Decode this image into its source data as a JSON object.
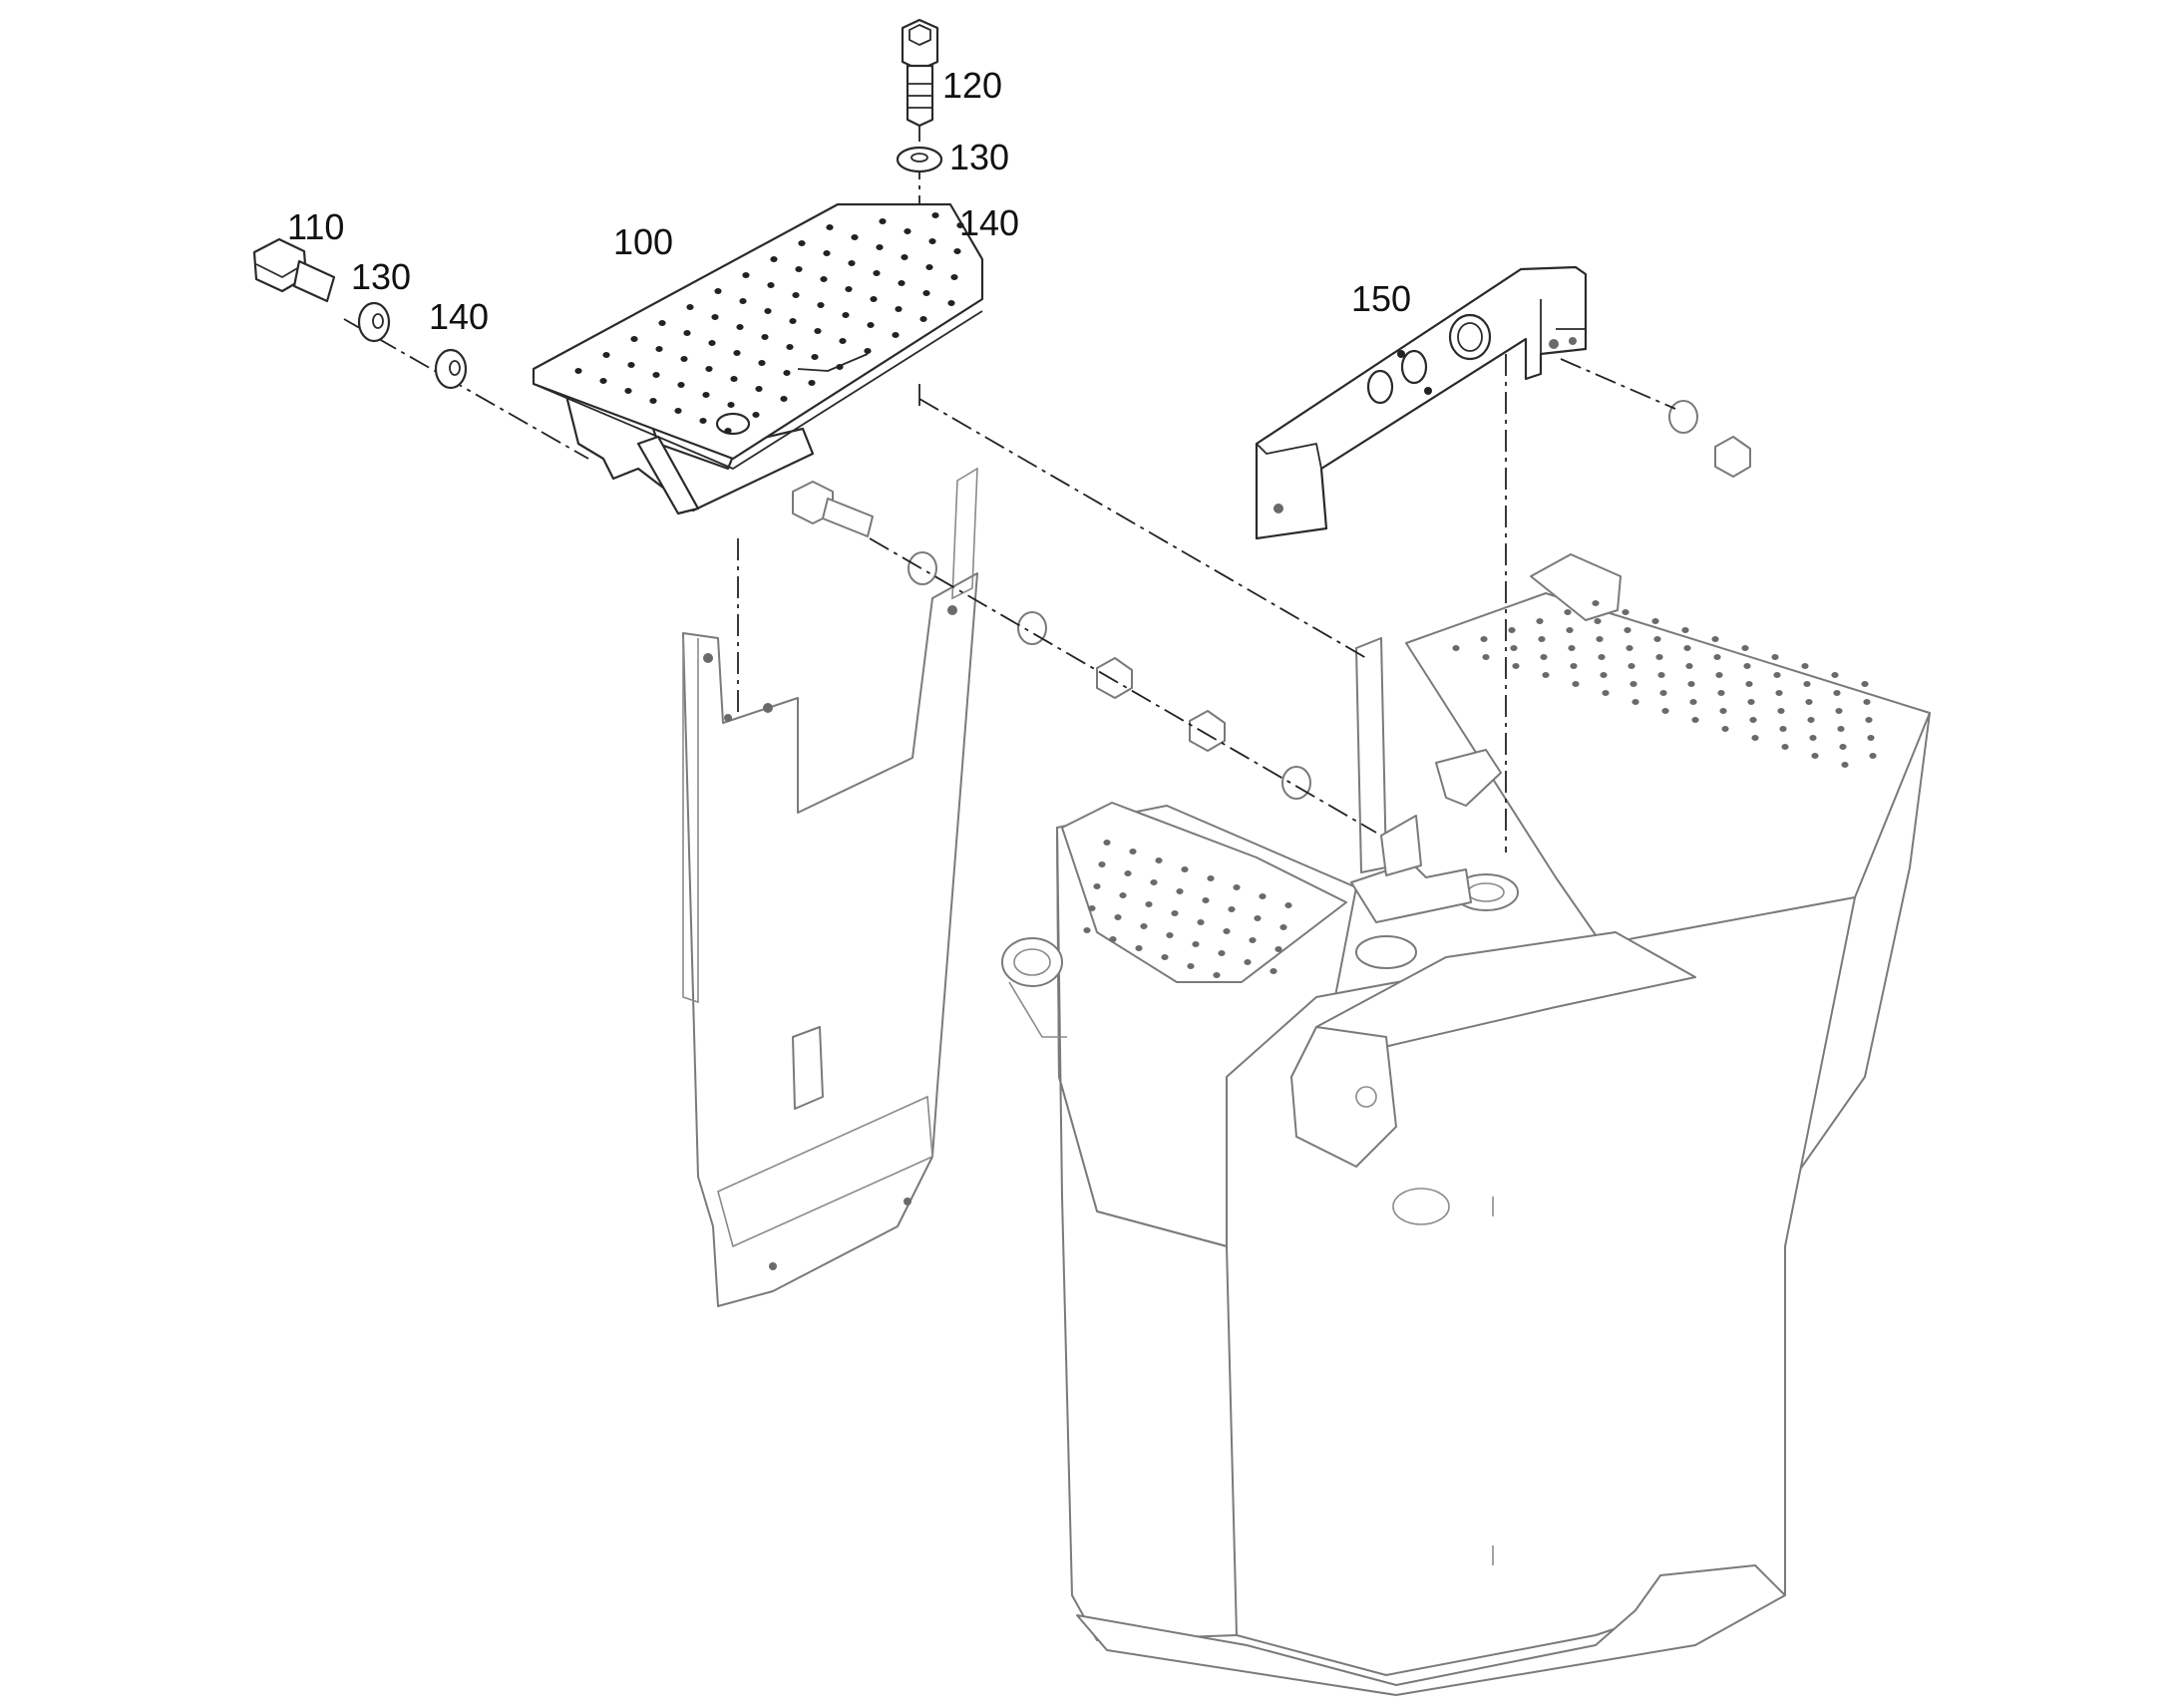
{
  "callouts": {
    "part_100": "100",
    "part_110": "110",
    "part_120": "120",
    "part_130_top": "130",
    "part_140_top": "140",
    "part_130_left": "130",
    "part_140_left": "140",
    "part_150": "150"
  }
}
